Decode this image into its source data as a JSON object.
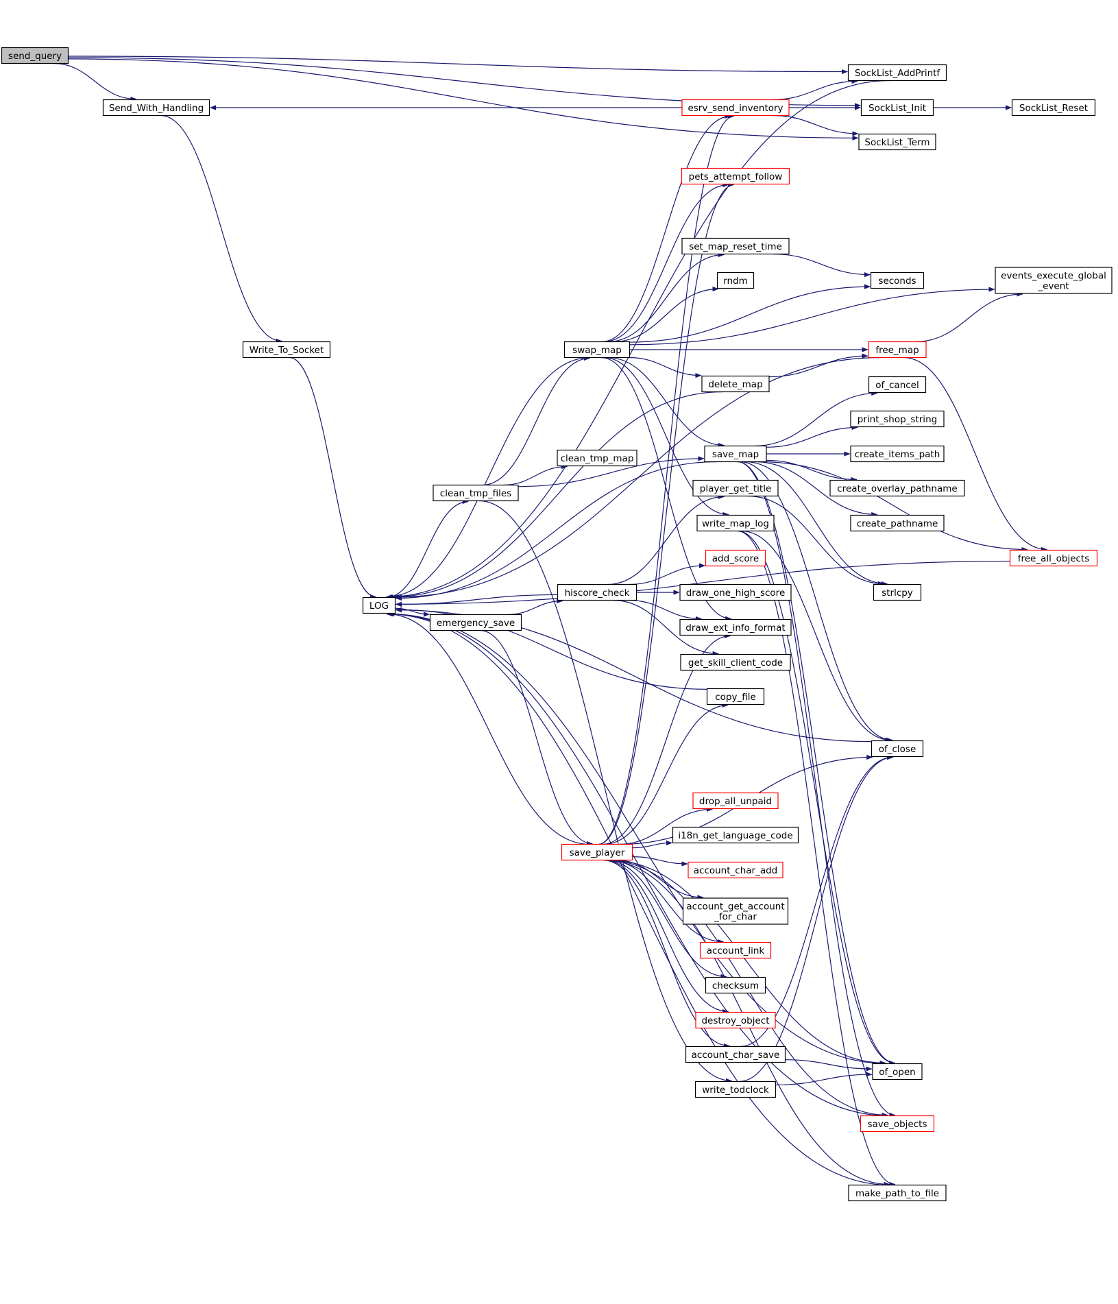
{
  "colors": {
    "edge": "#191970",
    "node_border": "#000000",
    "node_border_truncated": "#ff0000",
    "node_fill": "#ffffff",
    "root_fill": "#bfbfbf"
  },
  "nodes": [
    {
      "id": "send_query",
      "label": "send_query",
      "root": true
    },
    {
      "id": "Send_With_Handling",
      "label": "Send_With_Handling"
    },
    {
      "id": "Write_To_Socket",
      "label": "Write_To_Socket"
    },
    {
      "id": "LOG",
      "label": "LOG"
    },
    {
      "id": "clean_tmp_files",
      "label": "clean_tmp_files"
    },
    {
      "id": "emergency_save",
      "label": "emergency_save"
    },
    {
      "id": "clean_tmp_map",
      "label": "clean_tmp_map"
    },
    {
      "id": "swap_map",
      "label": "swap_map"
    },
    {
      "id": "hiscore_check",
      "label": "hiscore_check"
    },
    {
      "id": "save_player",
      "label": "save_player",
      "truncated": true
    },
    {
      "id": "esrv_send_inventory",
      "label": "esrv_send_inventory",
      "truncated": true
    },
    {
      "id": "pets_attempt_follow",
      "label": "pets_attempt_follow",
      "truncated": true
    },
    {
      "id": "set_map_reset_time",
      "label": "set_map_reset_time"
    },
    {
      "id": "rndm",
      "label": "rndm"
    },
    {
      "id": "delete_map",
      "label": "delete_map"
    },
    {
      "id": "save_map",
      "label": "save_map"
    },
    {
      "id": "player_get_title",
      "label": "player_get_title"
    },
    {
      "id": "write_map_log",
      "label": "write_map_log"
    },
    {
      "id": "add_score",
      "label": "add_score",
      "truncated": true
    },
    {
      "id": "draw_one_high_score",
      "label": "draw_one_high_score"
    },
    {
      "id": "draw_ext_info_format",
      "label": "draw_ext_info_format"
    },
    {
      "id": "get_skill_client_code",
      "label": "get_skill_client_code"
    },
    {
      "id": "copy_file",
      "label": "copy_file"
    },
    {
      "id": "drop_all_unpaid",
      "label": "drop_all_unpaid",
      "truncated": true
    },
    {
      "id": "i18n_get_language_code",
      "label": "i18n_get_language_code"
    },
    {
      "id": "account_char_add",
      "label": "account_char_add",
      "truncated": true
    },
    {
      "id": "account_get_account_for_char",
      "label": [
        "account_get_account",
        "_for_char"
      ]
    },
    {
      "id": "account_link",
      "label": "account_link",
      "truncated": true
    },
    {
      "id": "checksum",
      "label": "checksum"
    },
    {
      "id": "destroy_object",
      "label": "destroy_object",
      "truncated": true
    },
    {
      "id": "account_char_save",
      "label": "account_char_save"
    },
    {
      "id": "write_todclock",
      "label": "write_todclock"
    },
    {
      "id": "SockList_AddPrintf",
      "label": "SockList_AddPrintf"
    },
    {
      "id": "SockList_Init",
      "label": "SockList_Init"
    },
    {
      "id": "SockList_Term",
      "label": "SockList_Term"
    },
    {
      "id": "seconds",
      "label": "seconds"
    },
    {
      "id": "free_map",
      "label": "free_map",
      "truncated": true
    },
    {
      "id": "of_cancel",
      "label": "of_cancel"
    },
    {
      "id": "print_shop_string",
      "label": "print_shop_string"
    },
    {
      "id": "create_items_path",
      "label": "create_items_path"
    },
    {
      "id": "create_overlay_pathname",
      "label": "create_overlay_pathname"
    },
    {
      "id": "create_pathname",
      "label": "create_pathname"
    },
    {
      "id": "strlcpy",
      "label": "strlcpy"
    },
    {
      "id": "of_close",
      "label": "of_close"
    },
    {
      "id": "of_open",
      "label": "of_open"
    },
    {
      "id": "save_objects",
      "label": "save_objects",
      "truncated": true
    },
    {
      "id": "make_path_to_file",
      "label": "make_path_to_file"
    },
    {
      "id": "SockList_Reset",
      "label": "SockList_Reset"
    },
    {
      "id": "events_execute_global_event",
      "label": [
        "events_execute_global",
        "_event"
      ]
    },
    {
      "id": "free_all_objects",
      "label": "free_all_objects",
      "truncated": true
    }
  ],
  "edges": [
    [
      "send_query",
      "Send_With_Handling"
    ],
    [
      "send_query",
      "SockList_AddPrintf"
    ],
    [
      "send_query",
      "SockList_Init"
    ],
    [
      "send_query",
      "SockList_Term"
    ],
    [
      "Send_With_Handling",
      "Write_To_Socket"
    ],
    [
      "Write_To_Socket",
      "LOG"
    ],
    [
      "LOG",
      "clean_tmp_files"
    ],
    [
      "LOG",
      "emergency_save"
    ],
    [
      "clean_tmp_files",
      "clean_tmp_map"
    ],
    [
      "clean_tmp_files",
      "swap_map"
    ],
    [
      "clean_tmp_files",
      "save_map"
    ],
    [
      "clean_tmp_files",
      "write_todclock"
    ],
    [
      "emergency_save",
      "hiscore_check"
    ],
    [
      "emergency_save",
      "save_player"
    ],
    [
      "swap_map",
      "esrv_send_inventory"
    ],
    [
      "swap_map",
      "pets_attempt_follow"
    ],
    [
      "swap_map",
      "events_execute_global_event"
    ],
    [
      "swap_map",
      "set_map_reset_time"
    ],
    [
      "swap_map",
      "rndm"
    ],
    [
      "swap_map",
      "seconds"
    ],
    [
      "swap_map",
      "free_map"
    ],
    [
      "swap_map",
      "delete_map"
    ],
    [
      "swap_map",
      "save_map"
    ],
    [
      "swap_map",
      "write_map_log"
    ],
    [
      "swap_map",
      "draw_ext_info_format"
    ],
    [
      "swap_map",
      "LOG"
    ],
    [
      "esrv_send_inventory",
      "Send_With_Handling"
    ],
    [
      "esrv_send_inventory",
      "SockList_AddPrintf"
    ],
    [
      "esrv_send_inventory",
      "SockList_Init"
    ],
    [
      "esrv_send_inventory",
      "SockList_Term"
    ],
    [
      "SockList_AddPrintf",
      "LOG"
    ],
    [
      "SockList_Init",
      "SockList_Reset"
    ],
    [
      "set_map_reset_time",
      "seconds"
    ],
    [
      "delete_map",
      "free_map"
    ],
    [
      "delete_map",
      "LOG"
    ],
    [
      "free_map",
      "events_execute_global_event"
    ],
    [
      "free_map",
      "free_all_objects"
    ],
    [
      "free_map",
      "LOG"
    ],
    [
      "save_map",
      "of_cancel"
    ],
    [
      "save_map",
      "print_shop_string"
    ],
    [
      "save_map",
      "create_items_path"
    ],
    [
      "save_map",
      "create_overlay_pathname"
    ],
    [
      "save_map",
      "create_pathname"
    ],
    [
      "save_map",
      "free_all_objects"
    ],
    [
      "save_map",
      "strlcpy"
    ],
    [
      "save_map",
      "of_close"
    ],
    [
      "save_map",
      "of_open"
    ],
    [
      "save_map",
      "save_objects"
    ],
    [
      "save_map",
      "LOG"
    ],
    [
      "player_get_title",
      "strlcpy"
    ],
    [
      "write_map_log",
      "of_close"
    ],
    [
      "write_map_log",
      "of_open"
    ],
    [
      "write_map_log",
      "make_path_to_file"
    ],
    [
      "hiscore_check",
      "player_get_title"
    ],
    [
      "hiscore_check",
      "add_score"
    ],
    [
      "hiscore_check",
      "draw_one_high_score"
    ],
    [
      "hiscore_check",
      "draw_ext_info_format"
    ],
    [
      "hiscore_check",
      "get_skill_client_code"
    ],
    [
      "hiscore_check",
      "LOG"
    ],
    [
      "save_player",
      "esrv_send_inventory"
    ],
    [
      "save_player",
      "pets_attempt_follow"
    ],
    [
      "save_player",
      "draw_ext_info_format"
    ],
    [
      "save_player",
      "copy_file"
    ],
    [
      "save_player",
      "of_close"
    ],
    [
      "save_player",
      "drop_all_unpaid"
    ],
    [
      "save_player",
      "i18n_get_language_code"
    ],
    [
      "save_player",
      "account_char_add"
    ],
    [
      "save_player",
      "account_get_account_for_char"
    ],
    [
      "save_player",
      "account_link"
    ],
    [
      "save_player",
      "checksum"
    ],
    [
      "save_player",
      "destroy_object"
    ],
    [
      "save_player",
      "account_char_save"
    ],
    [
      "save_player",
      "of_open"
    ],
    [
      "save_player",
      "save_objects"
    ],
    [
      "save_player",
      "make_path_to_file"
    ],
    [
      "save_player",
      "LOG"
    ],
    [
      "copy_file",
      "LOG"
    ],
    [
      "of_close",
      "LOG"
    ],
    [
      "account_char_save",
      "of_close"
    ],
    [
      "account_char_save",
      "of_open"
    ],
    [
      "write_todclock",
      "of_close"
    ],
    [
      "write_todclock",
      "of_open"
    ],
    [
      "of_open",
      "LOG"
    ],
    [
      "save_objects",
      "LOG"
    ],
    [
      "make_path_to_file",
      "LOG"
    ],
    [
      "free_all_objects",
      "LOG"
    ]
  ]
}
